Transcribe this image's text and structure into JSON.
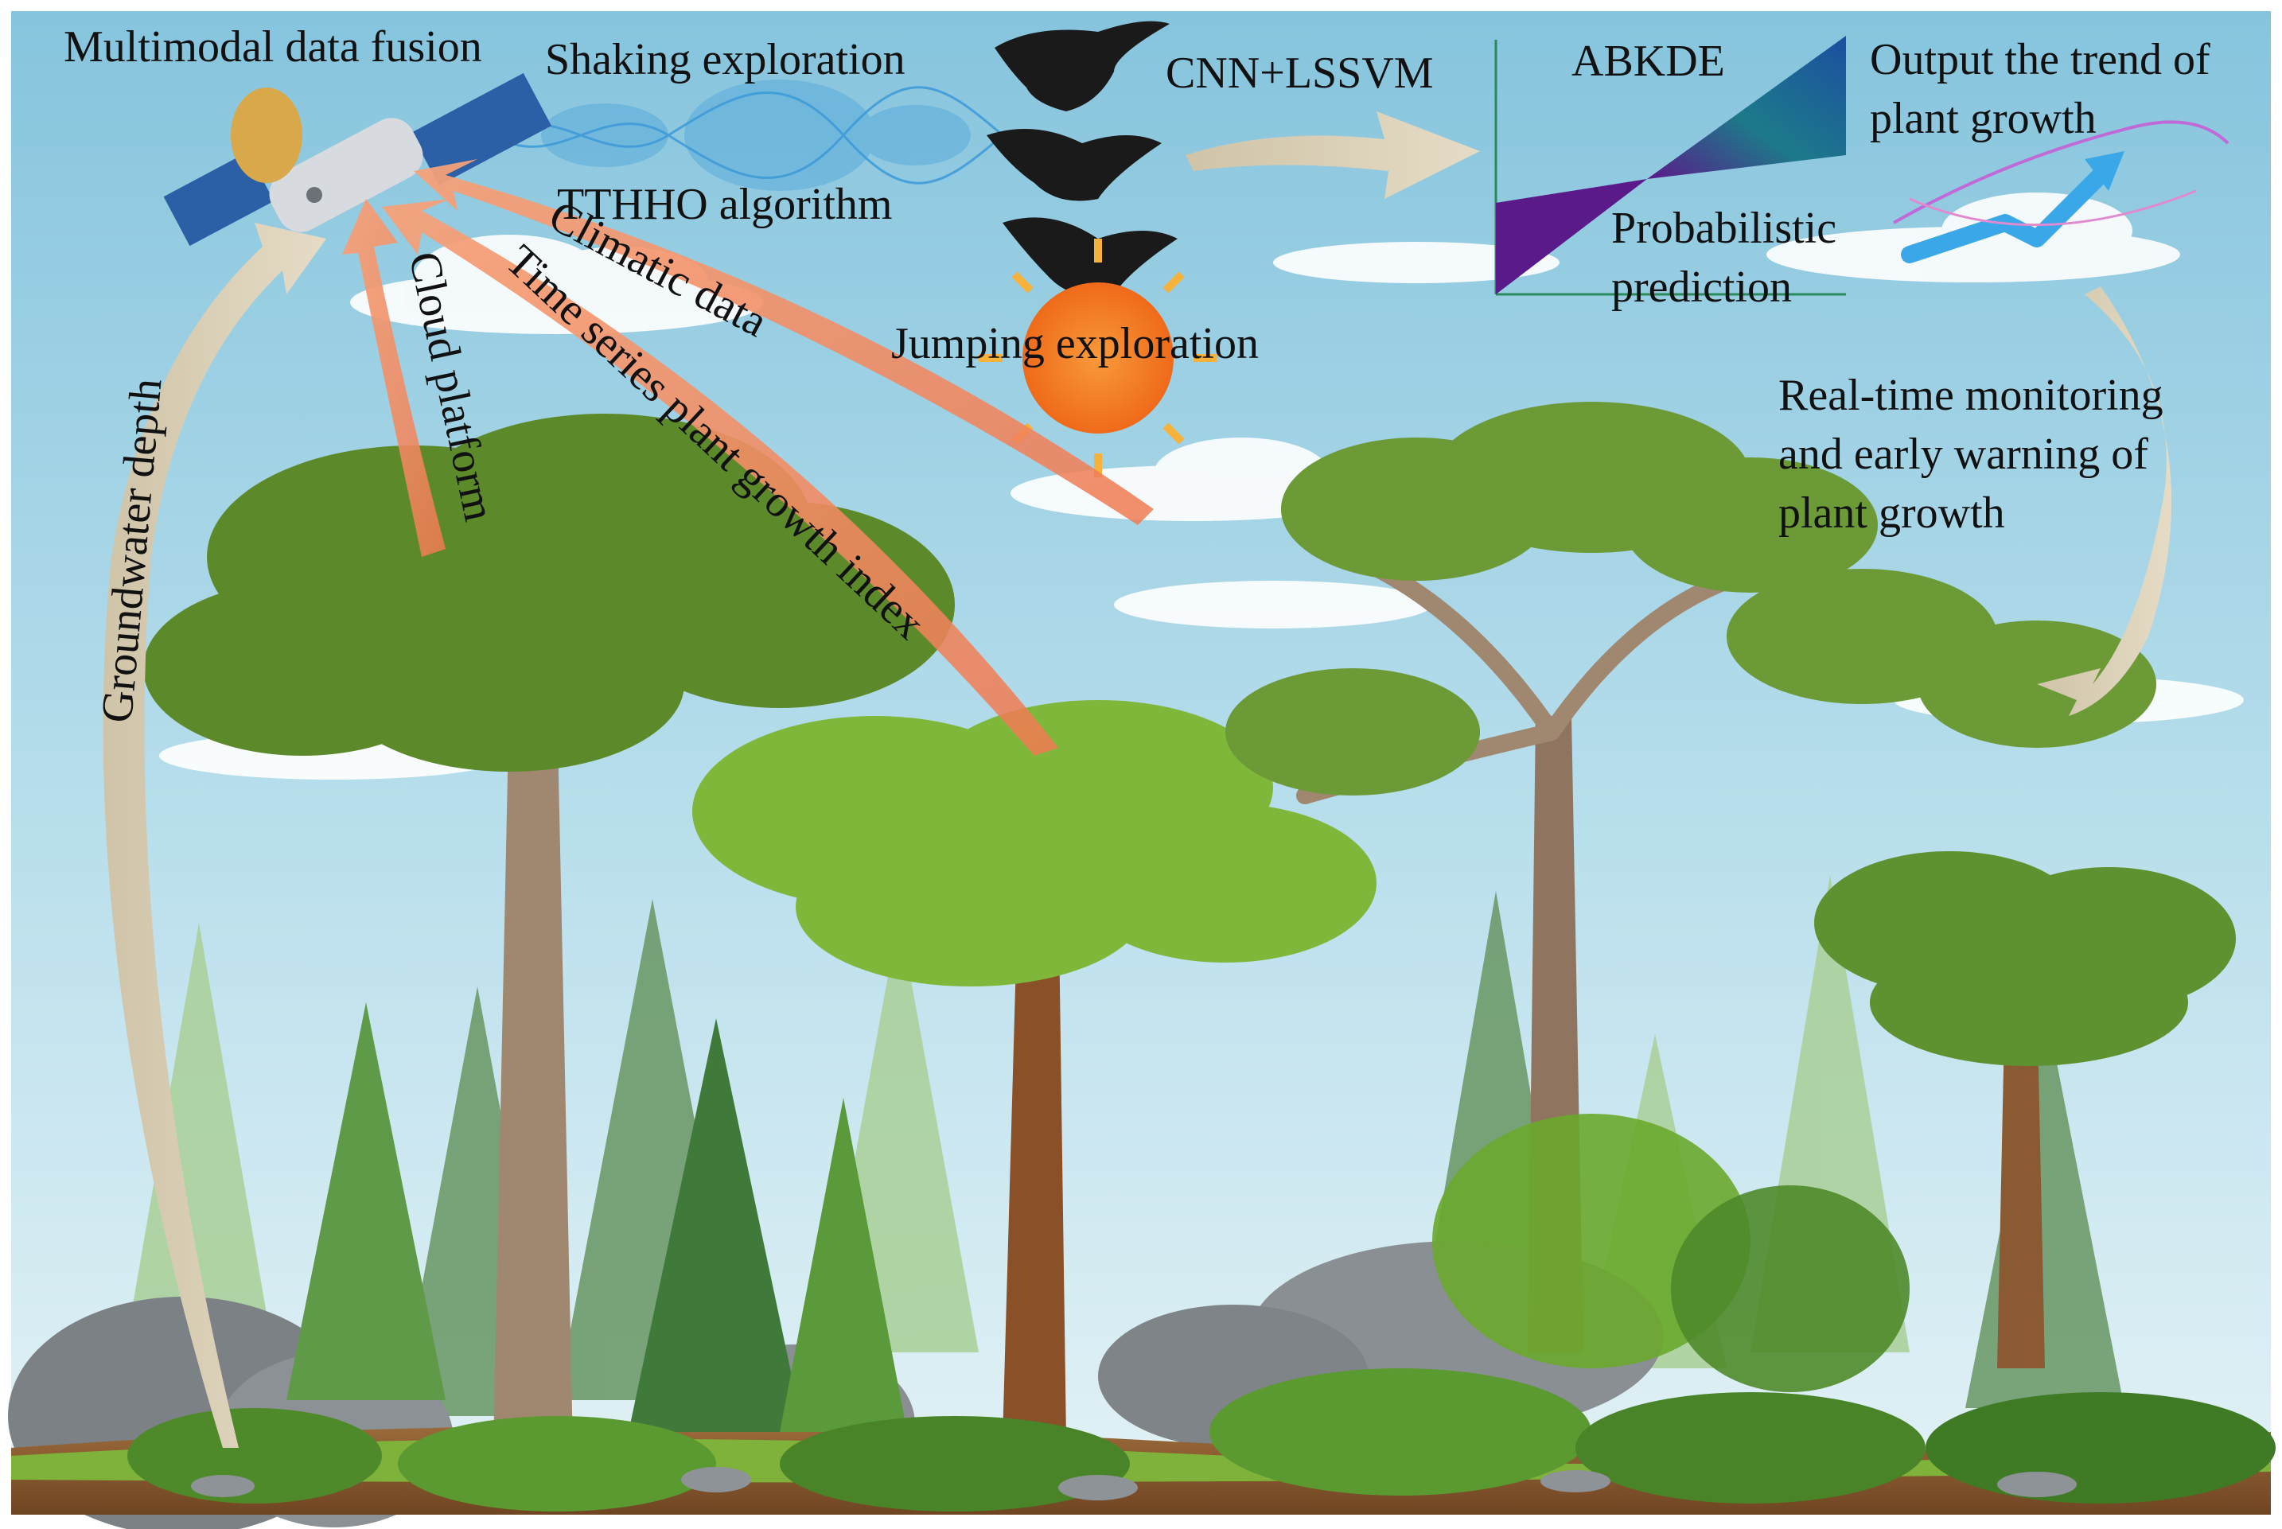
{
  "labels": {
    "multimodal": "Multimodal data fusion",
    "shaking": "Shaking exploration",
    "cnn": "CNN+LSSVM",
    "abkde": "ABKDE",
    "output": "Output the trend of plant growth",
    "tthho": "TTHHO algorithm",
    "climatic": "Climatic data",
    "timeseries": "Time series plant growth index",
    "cloud": "Cloud platform",
    "groundwater": "Groundwater depth",
    "probabilistic": "Probabilistic prediction",
    "jumping": "Jumping exploration",
    "realtime": "Real-time monitoring and early warning of plant growth"
  },
  "colors": {
    "sky_top": "#86c4dd",
    "sky_bottom": "#dff0f5",
    "data_arrow": "#f08a62",
    "flow_arrow": "#d9cfb7",
    "wave": "#2e8fd1",
    "sun": "#f27a1f",
    "canopy": "#6ea62e",
    "ground": "#8a5a2b"
  }
}
